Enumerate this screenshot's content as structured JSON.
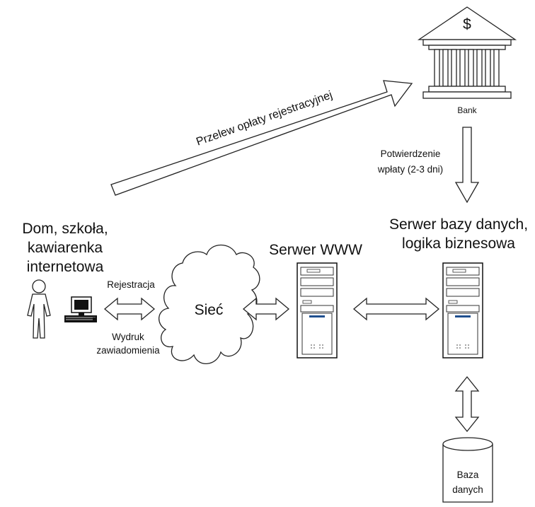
{
  "client": {
    "label_lines": [
      "Dom, szkoła,",
      "kawiarenka",
      "internetowa"
    ],
    "register_label": "Rejestracja",
    "printout_label_lines": [
      "Wydruk",
      "zawiadomienia"
    ]
  },
  "network": {
    "label": "Sieć"
  },
  "web_server": {
    "label": "Serwer WWW"
  },
  "db_server": {
    "label_lines": [
      "Serwer bazy danych,",
      "logika biznesowa"
    ]
  },
  "bank": {
    "label": "Bank",
    "symbol": "$"
  },
  "transfer": {
    "label": "Przelew opłaty rejestracyjnej"
  },
  "confirmation": {
    "label_lines": [
      "Potwierdzenie",
      "wpłaty (2-3 dni)"
    ]
  },
  "database": {
    "label_lines": [
      "Baza",
      "danych"
    ]
  }
}
